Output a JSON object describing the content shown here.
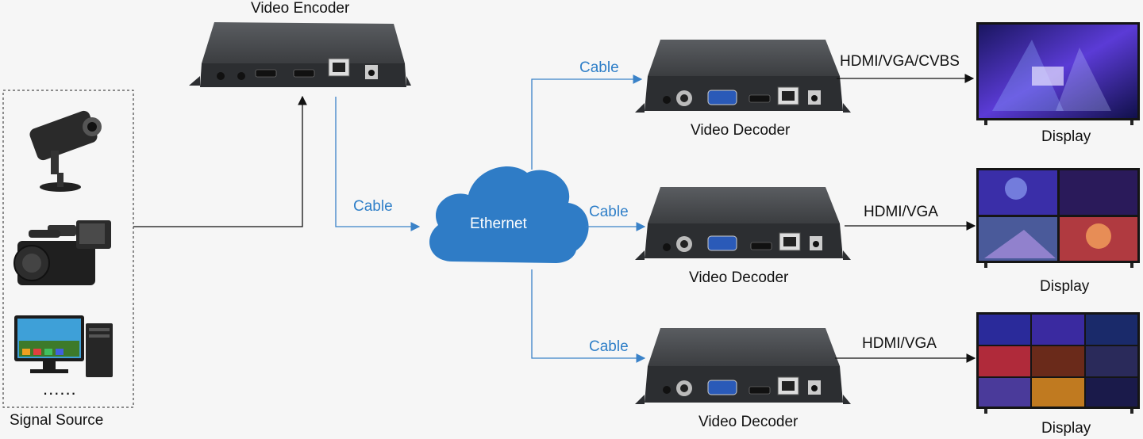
{
  "labels": {
    "encoder": "Video Encoder",
    "decoder_1": "Video Decoder",
    "decoder_2": "Video Decoder",
    "decoder_3": "Video Decoder",
    "cloud": "Ethernet",
    "cable_encoder": "Cable",
    "cable_1": "Cable",
    "cable_2": "Cable",
    "cable_3": "Cable",
    "output_1": "HDMI/VGA/CVBS",
    "output_2": "HDMI/VGA",
    "output_3": "HDMI/VGA",
    "display_1": "Display",
    "display_2": "Display",
    "display_3": "Display",
    "signal_source": "Signal Source",
    "more_sources": "......"
  },
  "icons": {
    "source_camera": "cctv-camera-icon",
    "source_camcorder": "camcorder-icon",
    "source_computer": "desktop-computer-icon",
    "cloud": "cloud-icon"
  },
  "colors": {
    "cable_line": "#3a82c8",
    "cloud_fill": "#2f7cc6",
    "device_body": "#3d3f42",
    "black_line": "#111111"
  }
}
